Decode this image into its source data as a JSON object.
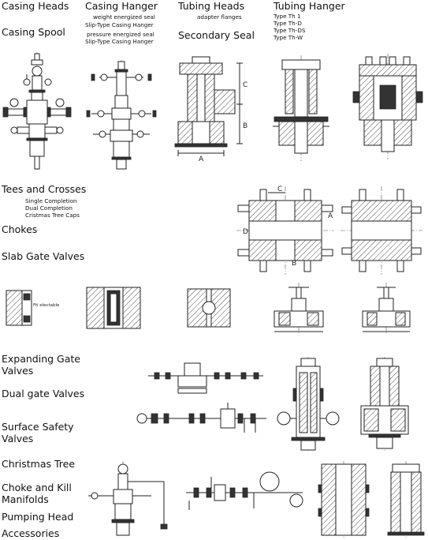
{
  "top_headings": {
    "casing_heads": "Casing Heads",
    "casing_hanger": "Casing Hanger",
    "tubing_heads": "Tubing Heads",
    "tubing_hanger": "Tubing Hanger",
    "casing_spool": "Casing Spool",
    "secondary_seal": "Secondary Seal"
  },
  "casing_hanger_notes": [
    "weight energized seal",
    "Slip-Type Casing Hanger",
    "pressure  energized seal",
    "Slip-Type Casing Hanger"
  ],
  "tubing_heads_note": "adapter flanges",
  "tubing_hanger_types": [
    "Type Th 1",
    "Type Th-D",
    "Type Th-DS",
    "Type Th-W"
  ],
  "middle_headings": {
    "tees_and_crosses": "Tees and Crosses",
    "chokes": "Chokes",
    "slab_gate_valves": "Slab Gate Valves"
  },
  "tees_notes": [
    "Single Completion",
    "Dual Completion",
    "Cristmas Tree Caps"
  ],
  "drawing_labels": {
    "dim_c": "C",
    "dim_b": "B",
    "dim_a": "A",
    "dim_d": "D",
    "seal_note": "Fit electable"
  },
  "bottom_headings": {
    "expanding_gate_1": "Expanding Gate",
    "expanding_gate_2": "Valves",
    "dual_gate": "Dual gate Valves",
    "surface_safety_1": "Surface Safety",
    "surface_safety_2": "Valves",
    "christmas_tree": "Christmas Tree",
    "choke_kill_1": "Choke and Kill",
    "choke_kill_2": "Manifolds",
    "pumping_head": "Pumping Head",
    "accessories": "Accessories"
  }
}
